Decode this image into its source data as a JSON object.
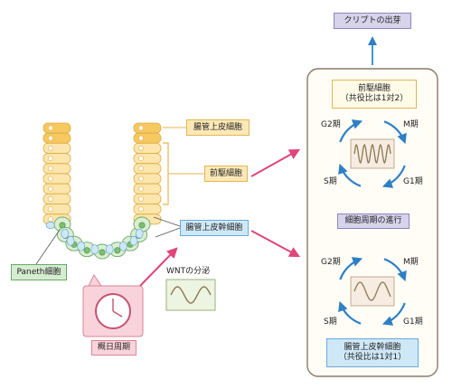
{
  "labels": {
    "crypt_budding": "クリプトの出芽",
    "epithelial_cell": "腸管上皮細胞",
    "progenitor": "前駆細胞",
    "stem_cell": "腸管上皮幹細胞",
    "paneth": "Paneth細胞",
    "wnt": "WNTの分泌",
    "circadian": "概日周期",
    "cell_cycle_progress": "細胞周期の進行"
  },
  "progenitor_box": {
    "line1": "前駆細胞",
    "line2": "（共役比は1対2）"
  },
  "stem_box": {
    "line1": "腸管上皮幹細胞",
    "line2": "（共役比は1対1）"
  },
  "phases": {
    "g2": "G2期",
    "m": "M期",
    "s": "S期",
    "g1": "G1期"
  },
  "colors": {
    "arrow": "#e0457b",
    "cycle_arrow": "#2f7fc4",
    "wave": "#8a7a52",
    "panel_border": "#8a7a6a"
  }
}
